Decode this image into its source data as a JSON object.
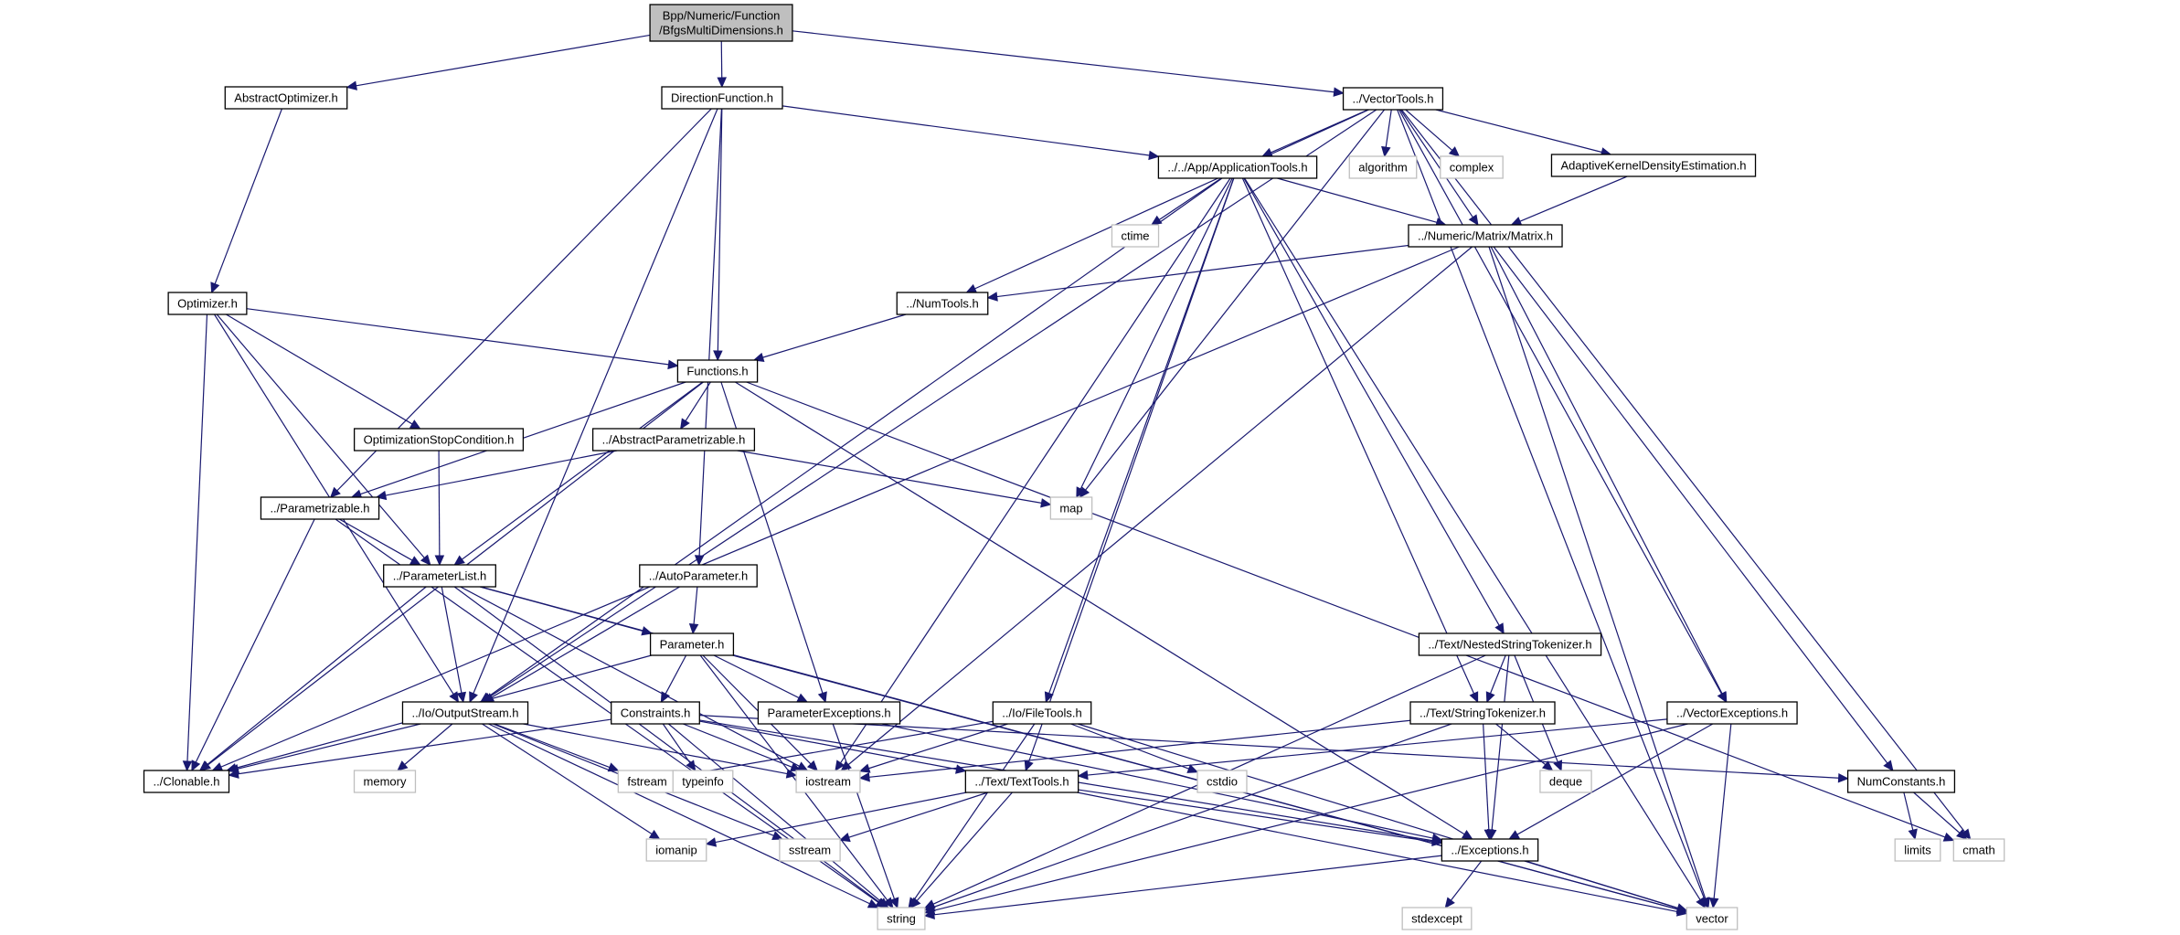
{
  "diagram": {
    "type": "include-dependency-graph",
    "root": "Bpp/Numeric/Function/BfgsMultiDimensions.h",
    "colors": {
      "edge": "#191970",
      "root_fill": "#bfbfbf",
      "node_border": "#000000",
      "system_border": "#bfbfbf"
    },
    "nodes": [
      {
        "id": "root",
        "label_lines": [
          "Bpp/Numeric/Function",
          "/BfgsMultiDimensions.h"
        ],
        "kind": "root"
      },
      {
        "id": "AbstractOptimizer",
        "label_lines": [
          "AbstractOptimizer.h"
        ],
        "kind": "project"
      },
      {
        "id": "DirectionFunction",
        "label_lines": [
          "DirectionFunction.h"
        ],
        "kind": "project"
      },
      {
        "id": "VectorTools",
        "label_lines": [
          "../VectorTools.h"
        ],
        "kind": "project"
      },
      {
        "id": "ApplicationTools",
        "label_lines": [
          "../../App/ApplicationTools.h"
        ],
        "kind": "project"
      },
      {
        "id": "algorithm",
        "label_lines": [
          "algorithm"
        ],
        "kind": "system"
      },
      {
        "id": "complex",
        "label_lines": [
          "complex"
        ],
        "kind": "system"
      },
      {
        "id": "AdaptiveKDE",
        "label_lines": [
          "AdaptiveKernelDensityEstimation.h"
        ],
        "kind": "project"
      },
      {
        "id": "ctime",
        "label_lines": [
          "ctime"
        ],
        "kind": "system"
      },
      {
        "id": "Matrix",
        "label_lines": [
          "../Numeric/Matrix/Matrix.h"
        ],
        "kind": "project"
      },
      {
        "id": "Optimizer",
        "label_lines": [
          "Optimizer.h"
        ],
        "kind": "project"
      },
      {
        "id": "NumTools",
        "label_lines": [
          "../NumTools.h"
        ],
        "kind": "project"
      },
      {
        "id": "Functions",
        "label_lines": [
          "Functions.h"
        ],
        "kind": "project"
      },
      {
        "id": "OptimizationStopCondition",
        "label_lines": [
          "OptimizationStopCondition.h"
        ],
        "kind": "project"
      },
      {
        "id": "AbstractParametrizable",
        "label_lines": [
          "../AbstractParametrizable.h"
        ],
        "kind": "project"
      },
      {
        "id": "map",
        "label_lines": [
          "map"
        ],
        "kind": "system"
      },
      {
        "id": "Parametrizable",
        "label_lines": [
          "../Parametrizable.h"
        ],
        "kind": "project"
      },
      {
        "id": "ParameterList",
        "label_lines": [
          "../ParameterList.h"
        ],
        "kind": "project"
      },
      {
        "id": "AutoParameter",
        "label_lines": [
          "../AutoParameter.h"
        ],
        "kind": "project"
      },
      {
        "id": "Parameter",
        "label_lines": [
          "Parameter.h"
        ],
        "kind": "project"
      },
      {
        "id": "NestedStringTokenizer",
        "label_lines": [
          "../Text/NestedStringTokenizer.h"
        ],
        "kind": "project"
      },
      {
        "id": "OutputStream",
        "label_lines": [
          "../Io/OutputStream.h"
        ],
        "kind": "project"
      },
      {
        "id": "Constraints",
        "label_lines": [
          "Constraints.h"
        ],
        "kind": "project"
      },
      {
        "id": "ParameterExceptions",
        "label_lines": [
          "ParameterExceptions.h"
        ],
        "kind": "project"
      },
      {
        "id": "FileTools",
        "label_lines": [
          "../Io/FileTools.h"
        ],
        "kind": "project"
      },
      {
        "id": "StringTokenizer",
        "label_lines": [
          "../Text/StringTokenizer.h"
        ],
        "kind": "project"
      },
      {
        "id": "VectorExceptions",
        "label_lines": [
          "../VectorExceptions.h"
        ],
        "kind": "project"
      },
      {
        "id": "Clonable",
        "label_lines": [
          "../Clonable.h"
        ],
        "kind": "project"
      },
      {
        "id": "memory",
        "label_lines": [
          "memory"
        ],
        "kind": "system"
      },
      {
        "id": "fstream",
        "label_lines": [
          "fstream"
        ],
        "kind": "system"
      },
      {
        "id": "typeinfo",
        "label_lines": [
          "typeinfo"
        ],
        "kind": "system"
      },
      {
        "id": "iostream",
        "label_lines": [
          "iostream"
        ],
        "kind": "system"
      },
      {
        "id": "TextTools",
        "label_lines": [
          "../Text/TextTools.h"
        ],
        "kind": "project"
      },
      {
        "id": "cstdio",
        "label_lines": [
          "cstdio"
        ],
        "kind": "system"
      },
      {
        "id": "deque",
        "label_lines": [
          "deque"
        ],
        "kind": "system"
      },
      {
        "id": "NumConstants",
        "label_lines": [
          "NumConstants.h"
        ],
        "kind": "project"
      },
      {
        "id": "iomanip",
        "label_lines": [
          "iomanip"
        ],
        "kind": "system"
      },
      {
        "id": "sstream",
        "label_lines": [
          "sstream"
        ],
        "kind": "system"
      },
      {
        "id": "Exceptions",
        "label_lines": [
          "../Exceptions.h"
        ],
        "kind": "project"
      },
      {
        "id": "limits",
        "label_lines": [
          "limits"
        ],
        "kind": "system"
      },
      {
        "id": "cmath",
        "label_lines": [
          "cmath"
        ],
        "kind": "system"
      },
      {
        "id": "string",
        "label_lines": [
          "string"
        ],
        "kind": "system"
      },
      {
        "id": "stdexcept",
        "label_lines": [
          "stdexcept"
        ],
        "kind": "system"
      },
      {
        "id": "vector",
        "label_lines": [
          "vector"
        ],
        "kind": "system"
      }
    ],
    "edges": [
      [
        "root",
        "AbstractOptimizer"
      ],
      [
        "root",
        "DirectionFunction"
      ],
      [
        "root",
        "VectorTools"
      ],
      [
        "AbstractOptimizer",
        "Optimizer"
      ],
      [
        "DirectionFunction",
        "Functions"
      ],
      [
        "DirectionFunction",
        "ApplicationTools"
      ],
      [
        "DirectionFunction",
        "Parametrizable"
      ],
      [
        "DirectionFunction",
        "OutputStream"
      ],
      [
        "DirectionFunction",
        "AutoParameter"
      ],
      [
        "VectorTools",
        "ApplicationTools"
      ],
      [
        "VectorTools",
        "algorithm"
      ],
      [
        "VectorTools",
        "complex"
      ],
      [
        "VectorTools",
        "AdaptiveKDE"
      ],
      [
        "VectorTools",
        "Matrix"
      ],
      [
        "VectorTools",
        "NumTools"
      ],
      [
        "VectorTools",
        "map"
      ],
      [
        "VectorTools",
        "OutputStream"
      ],
      [
        "VectorTools",
        "VectorExceptions"
      ],
      [
        "VectorTools",
        "cmath"
      ],
      [
        "VectorTools",
        "vector"
      ],
      [
        "ApplicationTools",
        "ctime"
      ],
      [
        "ApplicationTools",
        "Matrix"
      ],
      [
        "ApplicationTools",
        "map"
      ],
      [
        "ApplicationTools",
        "OutputStream"
      ],
      [
        "ApplicationTools",
        "iostream"
      ],
      [
        "ApplicationTools",
        "TextTools"
      ],
      [
        "ApplicationTools",
        "FileTools"
      ],
      [
        "ApplicationTools",
        "StringTokenizer"
      ],
      [
        "ApplicationTools",
        "NestedStringTokenizer"
      ],
      [
        "ApplicationTools",
        "vector"
      ],
      [
        "AdaptiveKDE",
        "Matrix"
      ],
      [
        "Matrix",
        "NumTools"
      ],
      [
        "Matrix",
        "Clonable"
      ],
      [
        "Matrix",
        "iostream"
      ],
      [
        "Matrix",
        "VectorExceptions"
      ],
      [
        "Matrix",
        "NumConstants"
      ],
      [
        "Matrix",
        "vector"
      ],
      [
        "Optimizer",
        "Functions"
      ],
      [
        "Optimizer",
        "OptimizationStopCondition"
      ],
      [
        "Optimizer",
        "ParameterList"
      ],
      [
        "Optimizer",
        "OutputStream"
      ],
      [
        "Optimizer",
        "Clonable"
      ],
      [
        "NumTools",
        "Functions"
      ],
      [
        "Functions",
        "AbstractParametrizable"
      ],
      [
        "Functions",
        "Parametrizable"
      ],
      [
        "Functions",
        "ParameterList"
      ],
      [
        "Functions",
        "Clonable"
      ],
      [
        "Functions",
        "ParameterExceptions"
      ],
      [
        "Functions",
        "Exceptions"
      ],
      [
        "Functions",
        "cmath"
      ],
      [
        "OptimizationStopCondition",
        "ParameterList"
      ],
      [
        "AbstractParametrizable",
        "Parametrizable"
      ],
      [
        "AbstractParametrizable",
        "map"
      ],
      [
        "Parametrizable",
        "ParameterList"
      ],
      [
        "Parametrizable",
        "Clonable"
      ],
      [
        "Parametrizable",
        "string"
      ],
      [
        "ParameterList",
        "Parameter"
      ],
      [
        "ParameterList",
        "OutputStream"
      ],
      [
        "ParameterList",
        "Clonable"
      ],
      [
        "ParameterList",
        "iostream"
      ],
      [
        "ParameterList",
        "vector"
      ],
      [
        "ParameterList",
        "string"
      ],
      [
        "AutoParameter",
        "Parameter"
      ],
      [
        "AutoParameter",
        "OutputStream"
      ],
      [
        "Parameter",
        "Constraints"
      ],
      [
        "Parameter",
        "ParameterExceptions"
      ],
      [
        "Parameter",
        "Clonable"
      ],
      [
        "Parameter",
        "iostream"
      ],
      [
        "Parameter",
        "string"
      ],
      [
        "Parameter",
        "vector"
      ],
      [
        "NestedStringTokenizer",
        "StringTokenizer"
      ],
      [
        "NestedStringTokenizer",
        "deque"
      ],
      [
        "NestedStringTokenizer",
        "Exceptions"
      ],
      [
        "NestedStringTokenizer",
        "string"
      ],
      [
        "OutputStream",
        "Clonable"
      ],
      [
        "OutputStream",
        "memory"
      ],
      [
        "OutputStream",
        "fstream"
      ],
      [
        "OutputStream",
        "iostream"
      ],
      [
        "OutputStream",
        "iomanip"
      ],
      [
        "OutputStream",
        "sstream"
      ],
      [
        "OutputStream",
        "string"
      ],
      [
        "Constraints",
        "Clonable"
      ],
      [
        "Constraints",
        "typeinfo"
      ],
      [
        "Constraints",
        "iostream"
      ],
      [
        "Constraints",
        "TextTools"
      ],
      [
        "Constraints",
        "NumConstants"
      ],
      [
        "Constraints",
        "Exceptions"
      ],
      [
        "Constraints",
        "string"
      ],
      [
        "ParameterExceptions",
        "Exceptions"
      ],
      [
        "ParameterExceptions",
        "string"
      ],
      [
        "FileTools",
        "fstream"
      ],
      [
        "FileTools",
        "iostream"
      ],
      [
        "FileTools",
        "cstdio"
      ],
      [
        "FileTools",
        "string"
      ],
      [
        "FileTools",
        "vector"
      ],
      [
        "StringTokenizer",
        "deque"
      ],
      [
        "StringTokenizer",
        "Exceptions"
      ],
      [
        "StringTokenizer",
        "iostream"
      ],
      [
        "StringTokenizer",
        "string"
      ],
      [
        "VectorExceptions",
        "Exceptions"
      ],
      [
        "VectorExceptions",
        "TextTools"
      ],
      [
        "VectorExceptions",
        "vector"
      ],
      [
        "VectorExceptions",
        "string"
      ],
      [
        "TextTools",
        "iomanip"
      ],
      [
        "TextTools",
        "sstream"
      ],
      [
        "TextTools",
        "string"
      ],
      [
        "TextTools",
        "Exceptions"
      ],
      [
        "TextTools",
        "vector"
      ],
      [
        "NumConstants",
        "limits"
      ],
      [
        "NumConstants",
        "cmath"
      ],
      [
        "Exceptions",
        "stdexcept"
      ],
      [
        "Exceptions",
        "string"
      ],
      [
        "Exceptions",
        "vector"
      ]
    ]
  }
}
